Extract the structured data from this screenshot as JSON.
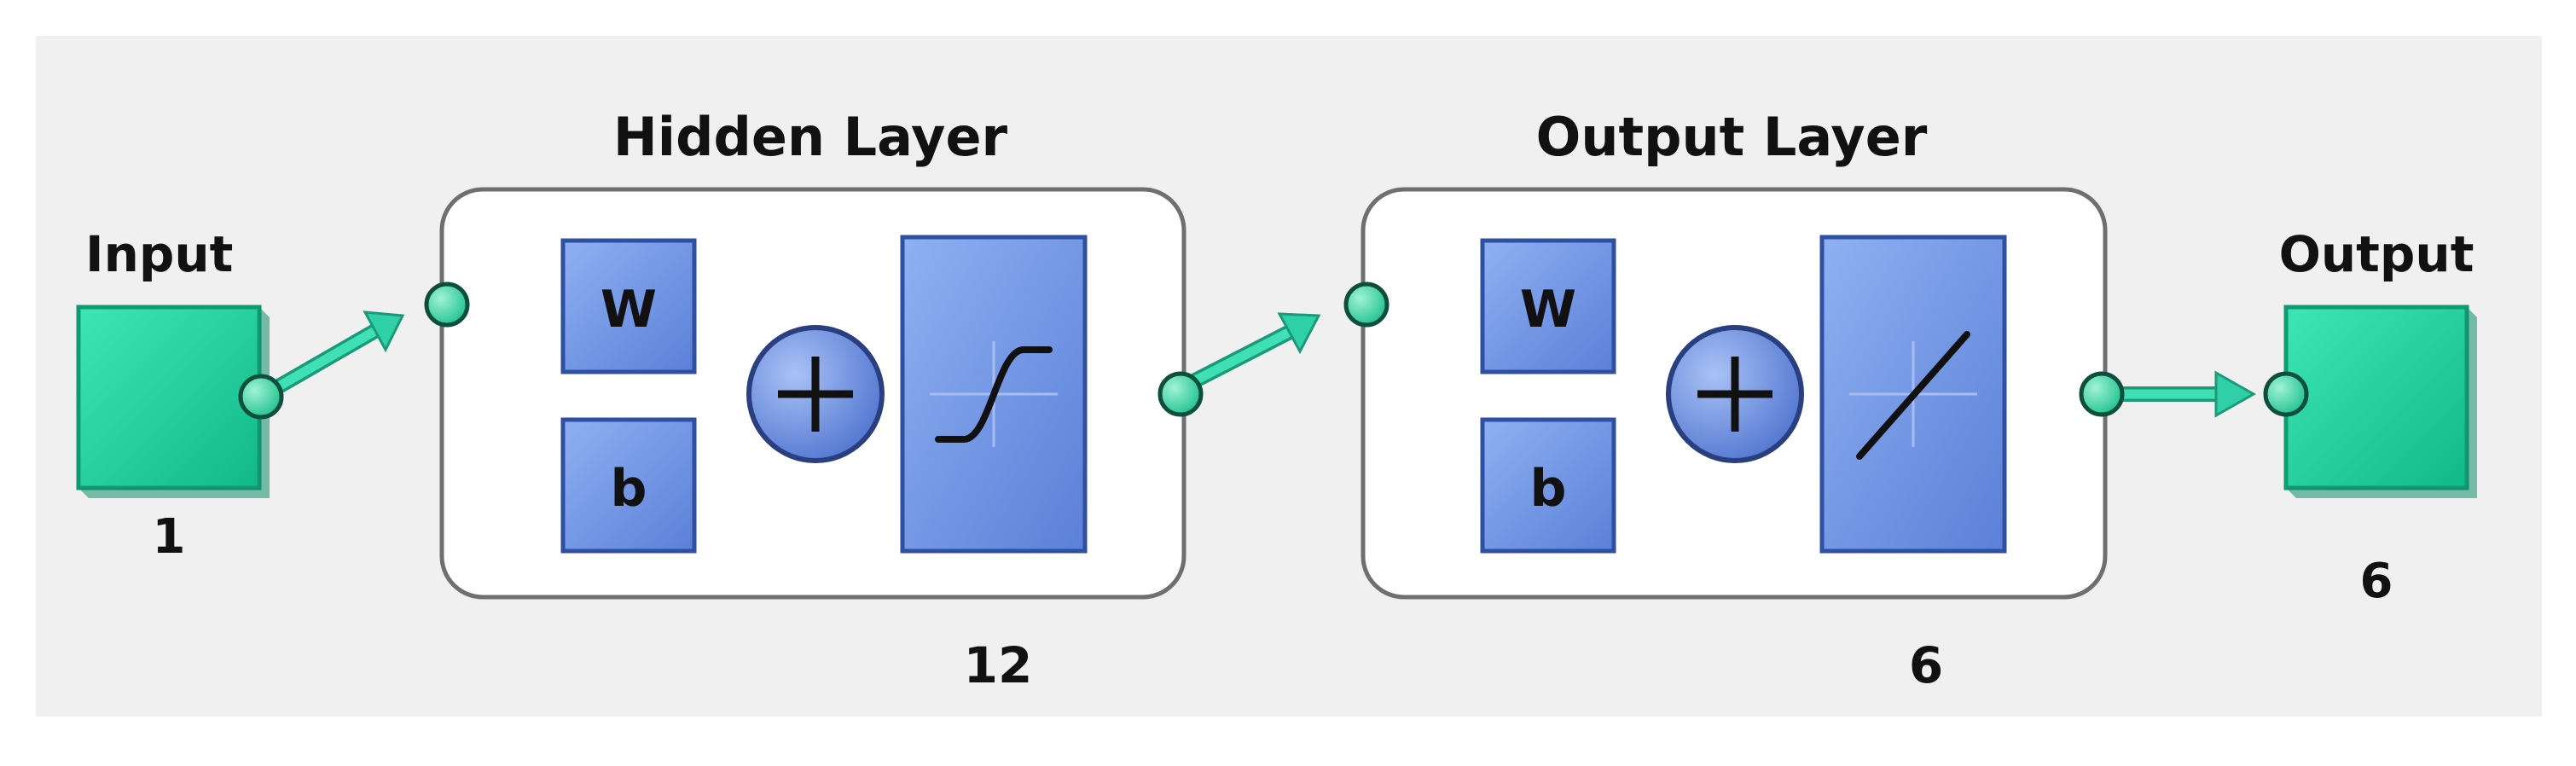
{
  "diagram": {
    "input": {
      "label": "Input",
      "size": "1"
    },
    "hidden_layer": {
      "title": "Hidden Layer",
      "size": "12",
      "weight_label": "W",
      "bias_label": "b",
      "transfer": "sigmoid"
    },
    "output_layer": {
      "title": "Output Layer",
      "size": "6",
      "weight_label": "W",
      "bias_label": "b",
      "transfer": "linear"
    },
    "output": {
      "label": "Output",
      "size": "6"
    }
  },
  "colors": {
    "panel_background": "#f0f0f0",
    "layer_box_fill": "#ffffff",
    "layer_box_border": "#6f6f6f",
    "block_fill": "#6e92e3",
    "block_border": "#2f4fa0",
    "node_fill": "#34d6a6",
    "connector": "#2fd0a8",
    "io_block_fill": "#1fd19e"
  }
}
